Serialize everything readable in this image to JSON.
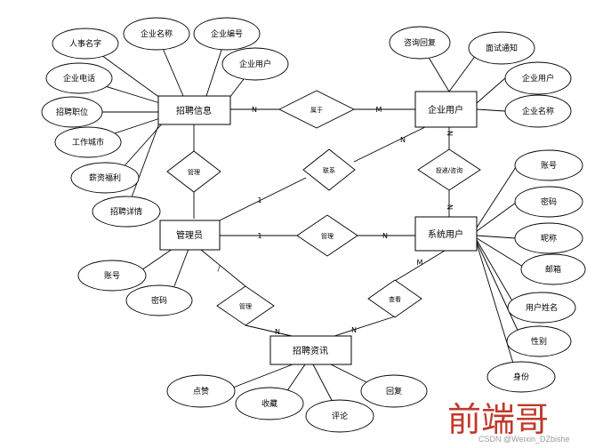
{
  "entities": {
    "recruit_info": "招聘信息",
    "company_user": "企业用户",
    "admin": "管理员",
    "system_user": "系统用户",
    "recruit_news": "招聘资讯"
  },
  "relationships": {
    "belongs": "属于",
    "manage_info": "管理",
    "relate": "联系",
    "apply": "投递/咨询",
    "manage_user": "管理",
    "manage_news": "管理",
    "view": "查看"
  },
  "attributes": {
    "recruit_info": [
      "人事名字",
      "企业名称",
      "企业编号",
      "企业用户",
      "企业电话",
      "招聘职位",
      "工作城市",
      "薪资福利",
      "招聘详情"
    ],
    "company_user": [
      "咨询回复",
      "面试通知",
      "企业用户",
      "企业名称"
    ],
    "system_user": [
      "账号",
      "密码",
      "昵称",
      "邮箱",
      "用户姓名",
      "性别",
      "身份"
    ],
    "admin": [
      "账号",
      "密码"
    ],
    "recruit_news": [
      "点赞",
      "收藏",
      "评论",
      "回复"
    ]
  },
  "cardinalities": {
    "belongs_left": "N",
    "belongs_right": "M",
    "relate_admin": "1",
    "relate_company": "N",
    "apply_company": "N",
    "apply_user": "N",
    "manage_user_admin": "1",
    "manage_user_user": "N",
    "manage_news_admin": "/",
    "manage_news_news": "N",
    "view_user": "M",
    "view_news": "N"
  },
  "watermark": {
    "brand": "前端哥",
    "credit": "CSDN @Weixin_DZbishe"
  }
}
